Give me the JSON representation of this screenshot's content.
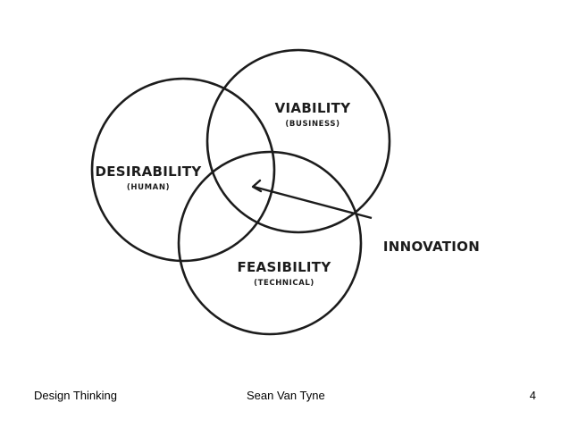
{
  "diagram": {
    "circles": [
      {
        "title": "DESIRABILITY",
        "subtitle": "(HUMAN)"
      },
      {
        "title": "VIABILITY",
        "subtitle": "(BUSINESS)"
      },
      {
        "title": "FEASIBILITY",
        "subtitle": "(TECHNICAL)"
      }
    ],
    "pointer_label": "INNOVATION",
    "stroke_color": "#1c1c1c"
  },
  "footer": {
    "left": "Design Thinking",
    "center": "Sean Van Tyne",
    "page_number": "4"
  }
}
